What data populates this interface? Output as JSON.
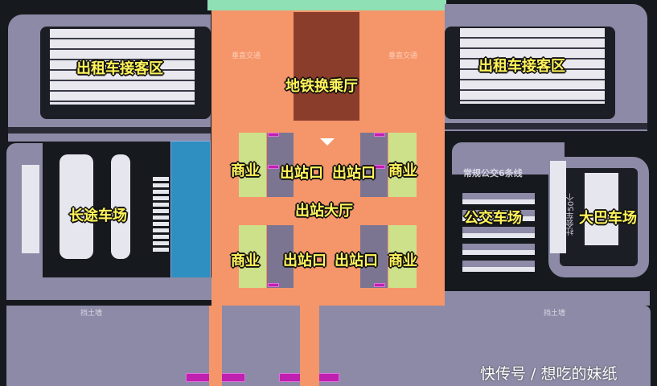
{
  "labels": {
    "taxi_left": "出租车接客区",
    "taxi_right": "出租车接客区",
    "metro_hall": "地铁换乘厅",
    "commercial_tl": "商业",
    "commercial_tr": "商业",
    "commercial_bl": "商业",
    "commercial_br": "商业",
    "exit_tl": "出站口",
    "exit_tr": "出站口",
    "exit_bl": "出站口",
    "exit_br": "出站口",
    "exit_hall": "出站大厅",
    "long_distance_bus": "长途车场",
    "bus_depot": "公交车场",
    "coach_depot": "大巴车场"
  },
  "small_labels": {
    "vertical_left": "垂直交通",
    "vertical_right": "垂直交通",
    "bus_lines": "常规公交6条线",
    "social_cars": "社会车50个",
    "retaining_wall_left": "挡土墙",
    "retaining_wall_right": "挡土墙"
  },
  "watermark": "快传号 / 想吃的妹纸",
  "colors": {
    "hall": "#f5956a",
    "metro": "#8a3d2a",
    "commercial": "#cde08a",
    "road": "#8c8aa6",
    "building": "#2f8fc0",
    "top_strip": "#8fe0b4",
    "text": "#fff45a"
  }
}
